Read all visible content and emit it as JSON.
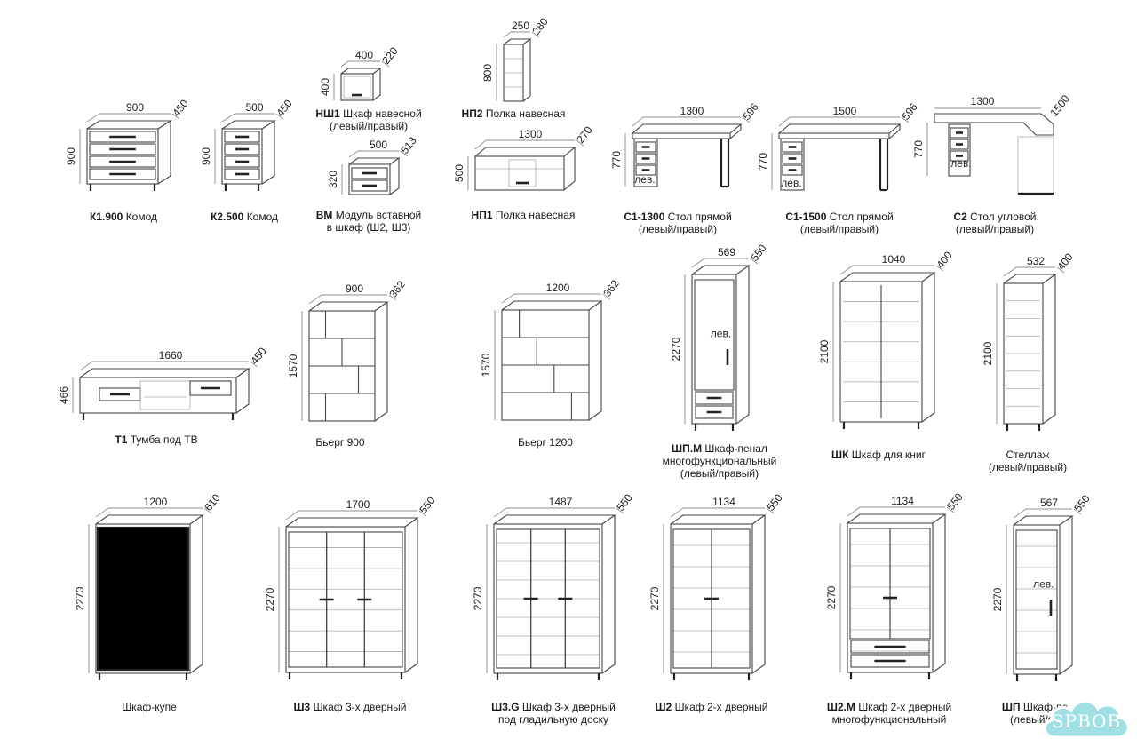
{
  "items": [
    {
      "id": "k1900",
      "code": "К1.900",
      "name": "Комод",
      "sub": "",
      "w": "900",
      "d": "450",
      "h": "900"
    },
    {
      "id": "k2500",
      "code": "К2.500",
      "name": "Комод",
      "sub": "",
      "w": "500",
      "d": "450",
      "h": "900"
    },
    {
      "id": "nsh1",
      "code": "НШ1",
      "name": "Шкаф навесной",
      "sub": "(левый/правый)",
      "w": "400",
      "d": "220",
      "h": "400"
    },
    {
      "id": "vm",
      "code": "ВМ",
      "name": "Модуль вставной",
      "sub": "в шкаф (Ш2, Ш3)",
      "w": "500",
      "d": "513",
      "h": "320"
    },
    {
      "id": "np2",
      "code": "НП2",
      "name": "Полка навесная",
      "sub": "",
      "w": "250",
      "d": "280",
      "h": "800"
    },
    {
      "id": "np1",
      "code": "НП1",
      "name": "Полка навесная",
      "sub": "",
      "w": "1300",
      "d": "270",
      "h": "500"
    },
    {
      "id": "s1300",
      "code": "С1-1300",
      "name": "Стол прямой",
      "sub": "(левый/правый)",
      "w": "1300",
      "d": "596",
      "h": "770",
      "side": "лев."
    },
    {
      "id": "s1500",
      "code": "С1-1500",
      "name": "Стол прямой",
      "sub": "(левый/правый)",
      "w": "1500",
      "d": "596",
      "h": "770",
      "side": "лев."
    },
    {
      "id": "s2",
      "code": "С2",
      "name": "Стол угловой",
      "sub": "(левый/правый)",
      "w": "1300",
      "d": "1500",
      "h": "770",
      "side": "лев."
    },
    {
      "id": "t1",
      "code": "Т1",
      "name": "Тумба под ТВ",
      "sub": "",
      "w": "1660",
      "d": "450",
      "h": "466"
    },
    {
      "id": "berg900",
      "code": "",
      "name": "Бьерг 900",
      "sub": "",
      "w": "900",
      "d": "362",
      "h": "1570"
    },
    {
      "id": "berg1200",
      "code": "",
      "name": "Бьерг 1200",
      "sub": "",
      "w": "1200",
      "d": "362",
      "h": "1570"
    },
    {
      "id": "shpm",
      "code": "ШП.М",
      "name": "Шкаф-пенал",
      "sub": "многофункциональный|(левый/правый)",
      "w": "569",
      "d": "550",
      "h": "2270",
      "side": "лев."
    },
    {
      "id": "shk",
      "code": "ШК",
      "name": "Шкаф для книг",
      "sub": "",
      "w": "1040",
      "d": "400",
      "h": "2100"
    },
    {
      "id": "stellazh",
      "code": "",
      "name": "Стеллаж",
      "sub": "(левый/правый)",
      "w": "532",
      "d": "400",
      "h": "2100"
    },
    {
      "id": "kupe",
      "code": "",
      "name": "Шкаф-купе",
      "sub": "",
      "w": "1200",
      "d": "610",
      "h": "2270"
    },
    {
      "id": "sh3",
      "code": "Ш3",
      "name": "Шкаф 3-х дверный",
      "sub": "",
      "w": "1700",
      "d": "550",
      "h": "2270"
    },
    {
      "id": "sh3g",
      "code": "Ш3.G",
      "name": "Шкаф 3-х дверный",
      "sub": "под гладильную доску",
      "w": "1487",
      "d": "550",
      "h": "2270"
    },
    {
      "id": "sh2",
      "code": "Ш2",
      "name": "Шкаф 2-х дверный",
      "sub": "",
      "w": "1134",
      "d": "550",
      "h": "2270"
    },
    {
      "id": "sh2m",
      "code": "Ш2.М",
      "name": "Шкаф 2-х дверный",
      "sub": "многофункциональный",
      "w": "1134",
      "d": "550",
      "h": "2270"
    },
    {
      "id": "shp",
      "code": "ШП",
      "name": "Шкаф-пе",
      "sub": "(левый/пр",
      "w": "567",
      "d": "550",
      "h": "2270",
      "side": "лев."
    }
  ],
  "watermark": "SPBOB"
}
